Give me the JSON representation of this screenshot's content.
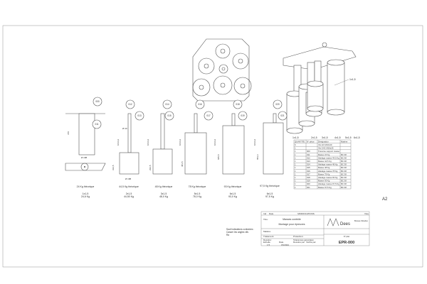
{
  "sheet_size": "A2",
  "balloons": [
    "000",
    "011",
    "012",
    "013",
    "014",
    "015",
    "016",
    "017",
    "018",
    "019",
    "020",
    "021"
  ],
  "masses": [
    {
      "label": "24 Kg théorique",
      "qty": "1x1,5",
      "weight": "24,6 Kg"
    },
    {
      "label": "44,5 Kg théorique",
      "qty": "2x1,5",
      "weight": "44,50 Kg"
    },
    {
      "label": "48 Kg théorique",
      "qty": "3x1,5",
      "weight": "48,0 Kg"
    },
    {
      "label": "78 Kg théorique",
      "qty": "5x1,5",
      "weight": "78,0 Kg"
    },
    {
      "label": "93 Kg théorique",
      "qty": "6x1,5",
      "weight": "93,0 Kg"
    },
    {
      "label": "97,5 Kg théorique",
      "qty": "6x1,5",
      "weight": "97,5 Kg"
    }
  ],
  "dims": {
    "d1": "370",
    "d2": "Ø 188",
    "d3": "1014,2",
    "d4": "Ø 40",
    "d5": "333,5",
    "d6": "Ø 188",
    "d7": "1014,2",
    "d8": "293,5",
    "d9": "1014,2",
    "d10": "481,5",
    "d11": "1014,2",
    "d12": "665,5",
    "d13": "1014,2",
    "d14": "653,4"
  },
  "iso_labels": [
    "1x1,5",
    "2x1,5",
    "3x1,5",
    "4x1,5",
    "5x1,5",
    "6x1,5",
    "1x1,5"
  ],
  "bom": {
    "headers": [
      "QUANTITE",
      "N° pièce",
      "Désignation",
      "Matière"
    ],
    "rows": [
      [
        "6",
        "",
        "Vis HC M10x40",
        ""
      ],
      [
        "1",
        "",
        "Vis CHC M16x25",
        ""
      ],
      [
        "1",
        "000",
        "Traverse support masse",
        ""
      ],
      [
        "1",
        "011",
        "Masse 24 Kg",
        "BC 38"
      ],
      [
        "1",
        "012",
        "Attelage masse 44,5 Kg",
        "BC 38"
      ],
      [
        "1",
        "013",
        "Masse 44,5 Kg",
        "BC 38"
      ],
      [
        "1",
        "014",
        "Attelage masse 48 Kg",
        "BC 38"
      ],
      [
        "1",
        "015",
        "Masse 48 Kg",
        "BC 38"
      ],
      [
        "1",
        "016",
        "Attelage masse 78 Kg",
        "BC 38"
      ],
      [
        "1",
        "017",
        "Masse 78 Kg",
        "BC 38"
      ],
      [
        "1",
        "018",
        "Attelage masse 93 Kg",
        "BC 38"
      ],
      [
        "1",
        "019",
        "Masse 93 Kg",
        "BC 38"
      ],
      [
        "1",
        "020",
        "Attelage masse 97,5 Kg",
        "BC 38"
      ],
      [
        "1",
        "021",
        "Masse 97,5 Kg",
        "BC 38"
      ]
    ]
  },
  "notes": {
    "line1": "Sauf indications contraires :",
    "line2": "Casser les angles vifs",
    "line3": "Ra"
  },
  "title_block": {
    "ind": "Ind",
    "date": "Date",
    "modifications": "MODIFICATIONS",
    "visa": "Visa",
    "titre_label": "Titre:",
    "titre1": "Masses contrôle",
    "titre2": "Montage pour épreuves",
    "matiere": "Matière:",
    "traitement": "Traitement:",
    "protection": "Protection:",
    "dessine": "Dessiné:",
    "tolerances": "Tolérances générales:",
    "echelle_label": "Echelle",
    "echelle": "1:5",
    "date_label": "Date",
    "date_val": "15/2024",
    "dessine_par": "Dessiné par",
    "verifie_par": "Vérifié par",
    "logo": "Dees",
    "company": "Bureau d'études",
    "plan_label": "N° plan",
    "plan_no": "EPR-000"
  }
}
